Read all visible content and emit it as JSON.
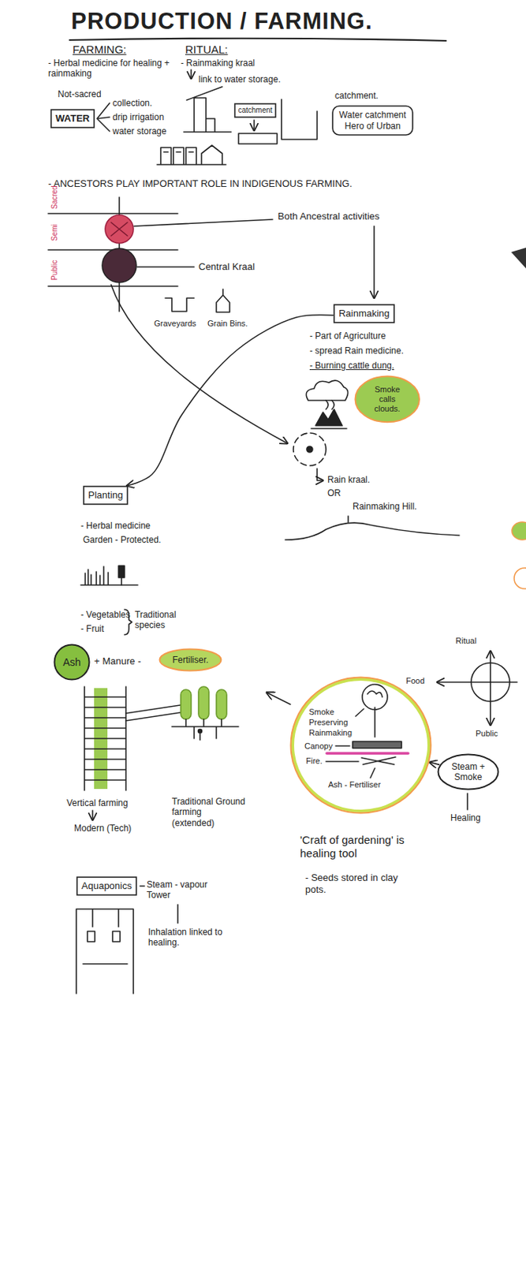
{
  "diagram": {
    "title": "PRODUCTION / FARMING.",
    "nodes": [
      {
        "text": [
          "WATER"
        ]
      },
      {
        "text": [
          "catchment"
        ]
      },
      {
        "text": [
          "Water catchment Hero of Urban"
        ]
      },
      {
        "text": [
          "Rainmaking"
        ]
      },
      {
        "text": [
          "Smoke calls clouds."
        ]
      },
      {
        "text": [
          "Planting"
        ]
      },
      {
        "text": [
          "Ash"
        ]
      },
      {
        "text": [
          "Fertiliser."
        ]
      },
      {
        "text": [
          "Smoke Preserving Rainmaking",
          "Canopy",
          "Fire.",
          "Ash - Fertiliser"
        ]
      },
      {
        "text": [
          "Steam + Smoke"
        ]
      },
      {
        "text": [
          "Aquaponics"
        ]
      }
    ],
    "edges": [
      {
        "from": 3,
        "to": 5,
        "arrow": "to"
      },
      {
        "from": 9,
        "to": 8,
        "arrow": "to"
      }
    ],
    "labels": [
      "FARMING:",
      "- Herbal medicine for healing + rainmaking",
      "RITUAL:",
      "- Rainmaking kraal",
      "link to water storage.",
      "Not-sacred",
      "collection.",
      "drip irrigation",
      "water storage",
      "catchment.",
      "- ANCESTORS PLAY IMPORTANT ROLE IN INDIGENOUS FARMING.",
      "Sacred",
      "Semi",
      "Public",
      "Both Ancestral activities",
      "Central Kraal",
      "Graveyards",
      "Grain Bins.",
      "- Part of Agriculture",
      "- spread Rain medicine.",
      "- Burning cattle dung.",
      "Rain kraal.",
      "OR",
      "Rainmaking Hill.",
      "- Herbal medicine",
      "Garden - Protected.",
      "- Vegetables",
      "- Fruit",
      "Traditional species",
      "+ Manure -",
      "Ritual",
      "Food",
      "Public",
      "Vertical farming",
      "Modern (Tech)",
      "Traditional Ground farming (extended)",
      "Steam - vapour Tower",
      "Inhalation linked to healing.",
      "Healing",
      "'Craft of gardening' is healing tool",
      "- Seeds stored in clay pots."
    ]
  }
}
